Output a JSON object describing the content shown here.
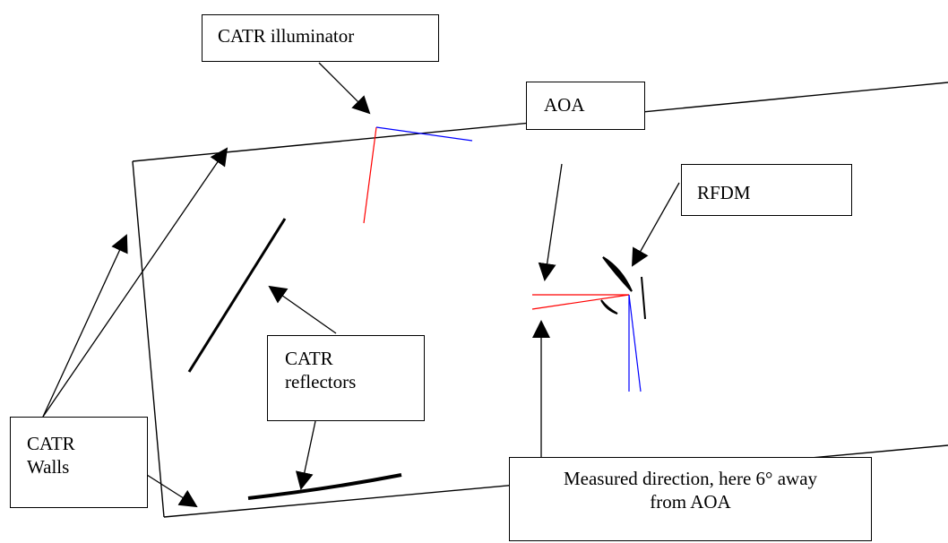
{
  "labels": {
    "catr_illuminator": "CATR illuminator",
    "aoa": "AOA",
    "rfdm": "RFDM",
    "catr_reflectors_line1": "CATR",
    "catr_reflectors_line2": "reflectors",
    "catr_walls_line1": "CATR",
    "catr_walls_line2": "Walls",
    "measured_direction_line1": "Measured direction, here 6° away",
    "measured_direction_line2": "from AOA"
  },
  "colors": {
    "outline": "#000000",
    "red_ray": "#ff0000",
    "blue_ray": "#0000ff"
  }
}
